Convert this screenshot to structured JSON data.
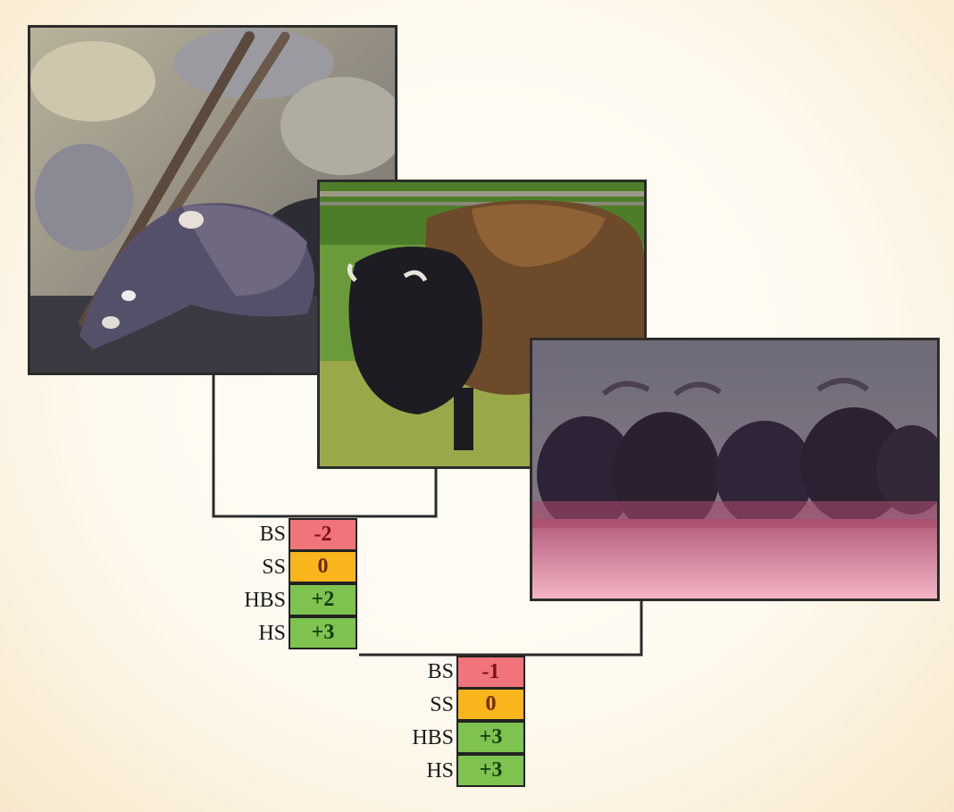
{
  "photos": [
    {
      "id": "saola",
      "icon": "saola-photo"
    },
    {
      "id": "bison",
      "icon": "bison-photo"
    },
    {
      "id": "buffalo",
      "icon": "african-buffalo-photo"
    }
  ],
  "score_tables": [
    {
      "rows": [
        {
          "label": "BS",
          "value": "-2",
          "status": "negative"
        },
        {
          "label": "SS",
          "value": "0",
          "status": "neutral"
        },
        {
          "label": "HBS",
          "value": "+2",
          "status": "positive"
        },
        {
          "label": "HS",
          "value": "+3",
          "status": "positive"
        }
      ]
    },
    {
      "rows": [
        {
          "label": "BS",
          "value": "-1",
          "status": "negative"
        },
        {
          "label": "SS",
          "value": "0",
          "status": "neutral"
        },
        {
          "label": "HBS",
          "value": "+3",
          "status": "positive"
        },
        {
          "label": "HS",
          "value": "+3",
          "status": "positive"
        }
      ]
    }
  ],
  "colors": {
    "negative": "#f0747a",
    "neutral": "#f9b51c",
    "positive": "#7ec250",
    "background": "#fffaf0",
    "line": "#2b2b2b"
  }
}
